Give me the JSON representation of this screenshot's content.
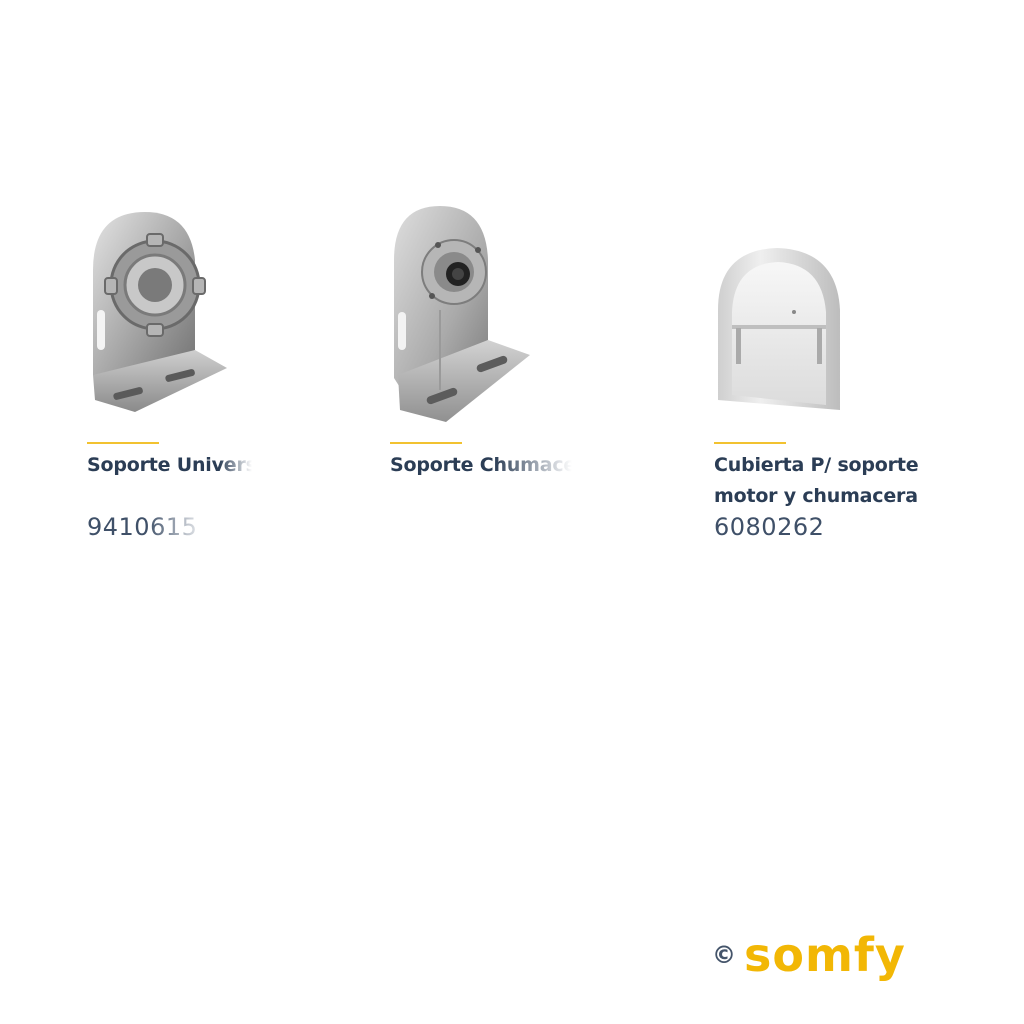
{
  "products": [
    {
      "title": "Soporte Universal ángulo P/ motor",
      "code": "9410615"
    },
    {
      "title": "Soporte Chumacera Universal de ángulo",
      "code": ""
    },
    {
      "title": "Cubierta P/ soporte\nmotor y chumacera",
      "code": "6080262"
    }
  ],
  "brand": {
    "copyright": "©",
    "name": "somfy"
  },
  "colors": {
    "accent": "#f2c230",
    "text": "#2b3d55",
    "brand": "#f2b705"
  }
}
